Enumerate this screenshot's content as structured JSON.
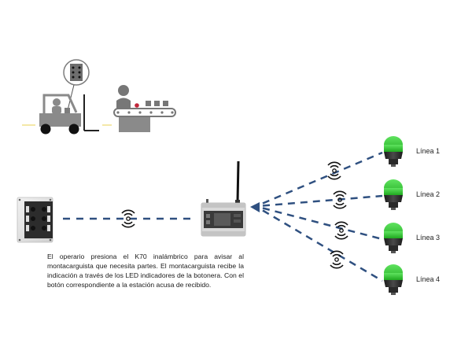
{
  "diagram": {
    "title": "",
    "colors": {
      "link_dash": "#2f5080",
      "icon_gray": "#7d7d7d",
      "indicator_green": "#2ecc2e",
      "floor_line": "#f0e08a",
      "red_button": "#c0263a"
    },
    "nodes": {
      "forklift": {
        "label": "",
        "icon": "forklift-operator-icon"
      },
      "workstation": {
        "label": "",
        "icon": "conveyor-operator-icon"
      },
      "k70_pushbutton_box": {
        "label": "",
        "icon": "pushbutton-enclosure-icon"
      },
      "wireless_controller": {
        "label": "",
        "icon": "din-rail-controller-icon"
      }
    },
    "lines": [
      {
        "label": "Línea 1"
      },
      {
        "label": "Línea 2"
      },
      {
        "label": "Línea 3"
      },
      {
        "label": "Línea 4"
      }
    ],
    "description": "El operario presiona el K70 inalámbrico para avisar al montacarguista que necesita partes. El montacarguista recibe la indicación a través de los LED indicadores de la botonera. Con el botón correspondiente a la estación acusa de recibido."
  }
}
